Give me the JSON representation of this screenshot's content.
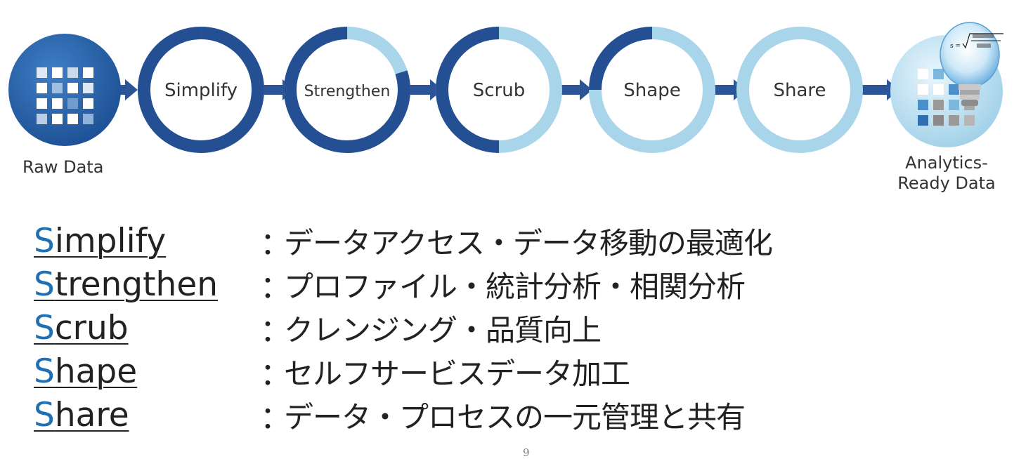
{
  "diagram": {
    "start_label": "Raw Data",
    "end_label_line1": "Analytics-",
    "end_label_line2": "Ready Data",
    "formula_text": "s =",
    "steps": [
      {
        "label": "Simplify",
        "progress": 1.0
      },
      {
        "label": "Strengthen",
        "progress": 0.8
      },
      {
        "label": "Scrub",
        "progress": 0.5
      },
      {
        "label": "Shape",
        "progress": 0.25
      },
      {
        "label": "Share",
        "progress": 0.0
      }
    ],
    "colors": {
      "dark_blue": "#244f92",
      "light_blue": "#a9d5ea",
      "arrow": "#2b5596",
      "term_initial": "#1f6fb5"
    }
  },
  "legend": [
    {
      "initial": "S",
      "rest": "implify",
      "desc": "データアクセス・データ移動の最適化"
    },
    {
      "initial": "S",
      "rest": "trengthen",
      "desc": "プロファイル・統計分析・相関分析"
    },
    {
      "initial": "S",
      "rest": "crub",
      "desc": "クレンジング・品質向上"
    },
    {
      "initial": "S",
      "rest": "hape",
      "desc": "セルフサービスデータ加工"
    },
    {
      "initial": "S",
      "rest": "hare",
      "desc": "データ・プロセスの一元管理と共有"
    }
  ],
  "legend_separator": "：",
  "page_number": "9"
}
